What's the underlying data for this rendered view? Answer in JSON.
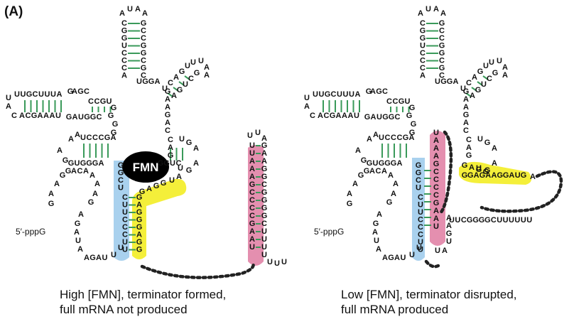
{
  "panel_label": "(A)",
  "ligand_label": "FMN",
  "five_prime_label": "5′-pppG",
  "colors": {
    "pair": "#3a9a5a",
    "blue_highlight": "#a9d1ee",
    "pink_highlight": "#e48faf",
    "yellow_highlight": "#f4ef3a",
    "fmn": "#000000",
    "dots": "#222222"
  },
  "left_panel": {
    "caption_line1": "High [FMN], terminator formed,",
    "caption_line2": "full mRNA not produced"
  },
  "right_panel": {
    "caption_line1": "Low [FMN], terminator disrupted,",
    "caption_line2": "full mRNA produced",
    "tail_sequence": "UUCGGGGCUUUUUU"
  }
}
